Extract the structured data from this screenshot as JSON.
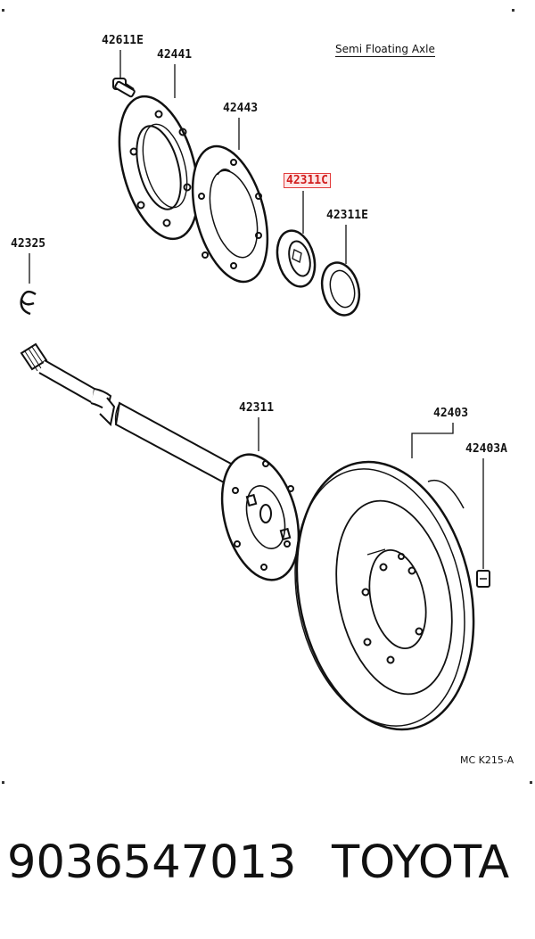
{
  "diagram": {
    "title_note": "Semi Floating Axle",
    "reference_code": "MC  K215-A",
    "labels": {
      "p42611E": "42611E",
      "p42441": "42441",
      "p42443": "42443",
      "p42311C": "42311C",
      "p42311E": "42311E",
      "p42325": "42325",
      "p42311": "42311",
      "p42403": "42403",
      "p42403A": "42403A"
    },
    "highlight_color": "#e23b3b"
  },
  "footer": {
    "part_number": "9036547013",
    "brand": "TOYOTA"
  }
}
